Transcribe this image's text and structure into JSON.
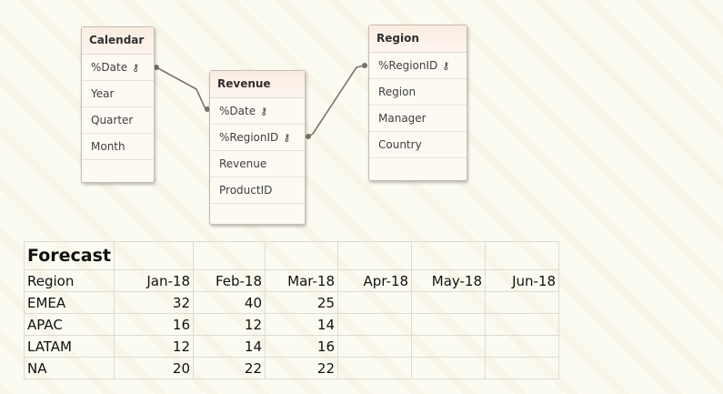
{
  "model": {
    "calendar": {
      "title": "Calendar",
      "fields": [
        "%Date",
        "Year",
        "Quarter",
        "Month"
      ],
      "key_fields": [
        "%Date"
      ]
    },
    "revenue": {
      "title": "Revenue",
      "fields": [
        "%Date",
        "%RegionID",
        "Revenue",
        "ProductID"
      ],
      "key_fields": [
        "%Date",
        "%RegionID"
      ]
    },
    "region": {
      "title": "Region",
      "fields": [
        "%RegionID",
        "Region",
        "Manager",
        "Country"
      ],
      "key_fields": [
        "%RegionID"
      ]
    },
    "key_icon": "key-icon"
  },
  "forecast": {
    "title": "Forecast",
    "headers": [
      "Region",
      "Jan-18",
      "Feb-18",
      "Mar-18",
      "Apr-18",
      "May-18",
      "Jun-18"
    ],
    "rows": [
      [
        "EMEA",
        "32",
        "40",
        "25",
        "",
        "",
        ""
      ],
      [
        "APAC",
        "16",
        "12",
        "14",
        "",
        "",
        ""
      ],
      [
        "LATAM",
        "12",
        "14",
        "16",
        "",
        "",
        ""
      ],
      [
        "NA",
        "20",
        "22",
        "22",
        "",
        "",
        ""
      ]
    ]
  }
}
